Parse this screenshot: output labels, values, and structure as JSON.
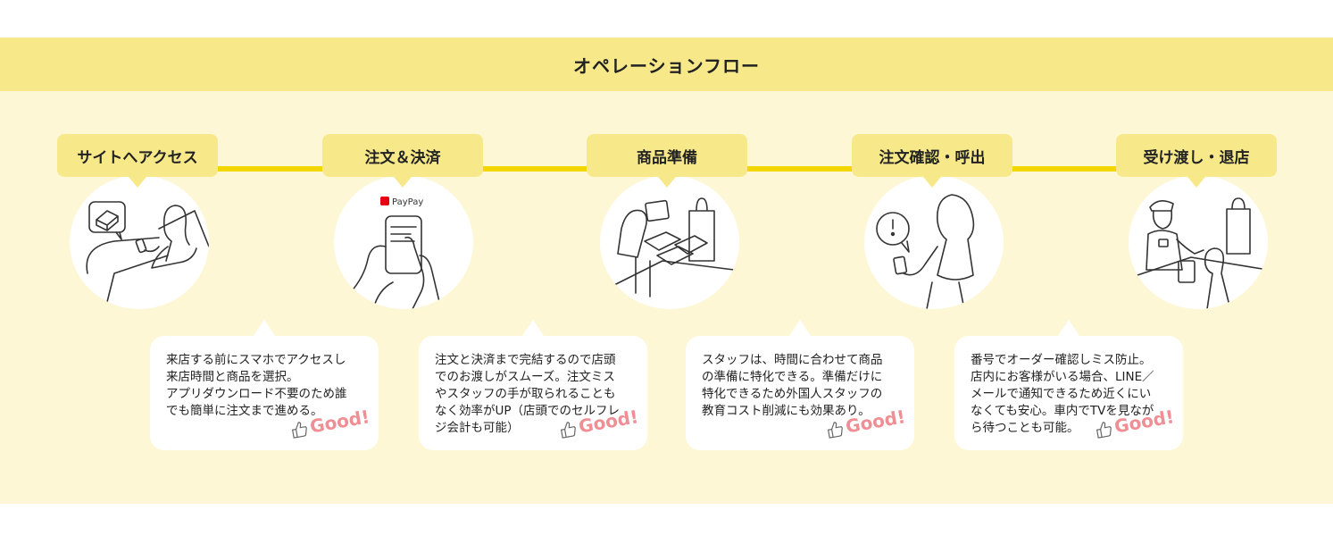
{
  "header": {
    "title": "オペレーションフロー"
  },
  "colors": {
    "band": "#f7e98a",
    "panel": "#fdf7d6",
    "connector": "#f1d600",
    "good": "#ef8f95",
    "paypay_red": "#e50012"
  },
  "steps": [
    {
      "label": "サイトへアクセス",
      "icon": "person-with-phone-on-sofa-icon",
      "description": "来店する前にスマホでアクセスし\n来店時間と商品を選択。\nアプリダウンロード不要のため誰\nでも簡単に注文まで進める。",
      "badge": "Good!"
    },
    {
      "label": "注文＆決済",
      "icon": "paypay-phone-payment-icon",
      "paypay_text": "PayPay",
      "description": "注文と決済まで完結するので店頭\nでのお渡しがスムーズ。注文ミス\nやスタッフの手が取られることも\nなく効率がUP（店頭でのセルフレ\nジ会計も可能）",
      "badge": "Good!"
    },
    {
      "label": "商品準備",
      "icon": "staff-preparing-products-icon",
      "description": "スタッフは、時間に合わせて商品\nの準備に特化できる。準備だけに\n特化できるため外国人スタッフの\n教育コスト削減にも効果あり。",
      "badge": "Good!"
    },
    {
      "label": "注文確認・呼出",
      "icon": "customer-notification-icon",
      "description": "番号でオーダー確認しミス防止。\n店内にお客様がいる場合、LINE／\nメールで通知できるため近くにい\nなくても安心。車内でTVを見なが\nら待つことも可能。",
      "badge": "Good!"
    },
    {
      "label": "受け渡し・退店",
      "icon": "handover-at-counter-icon",
      "description": "",
      "badge": ""
    }
  ]
}
